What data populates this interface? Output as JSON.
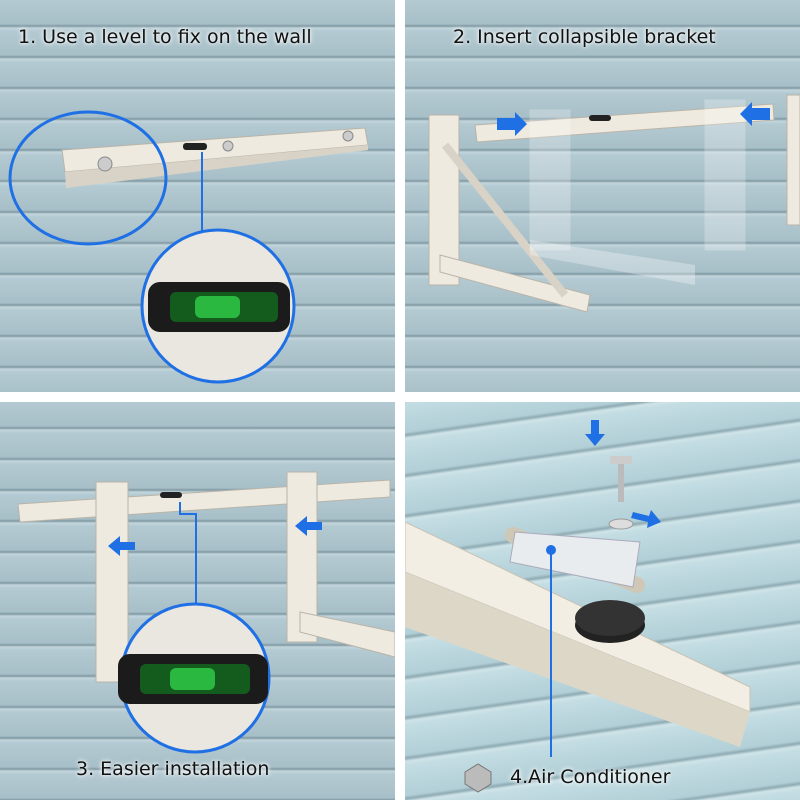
{
  "steps": [
    {
      "label": "1. Use a level to fix on the wall"
    },
    {
      "label": "2. Insert collapsible bracket"
    },
    {
      "label": "3. Easier installation"
    },
    {
      "label": "4.Air Conditioner"
    }
  ],
  "colors": {
    "accent": "#1f6fe5",
    "bracket": "#eeeae0",
    "level_green": "#2fd04a"
  }
}
